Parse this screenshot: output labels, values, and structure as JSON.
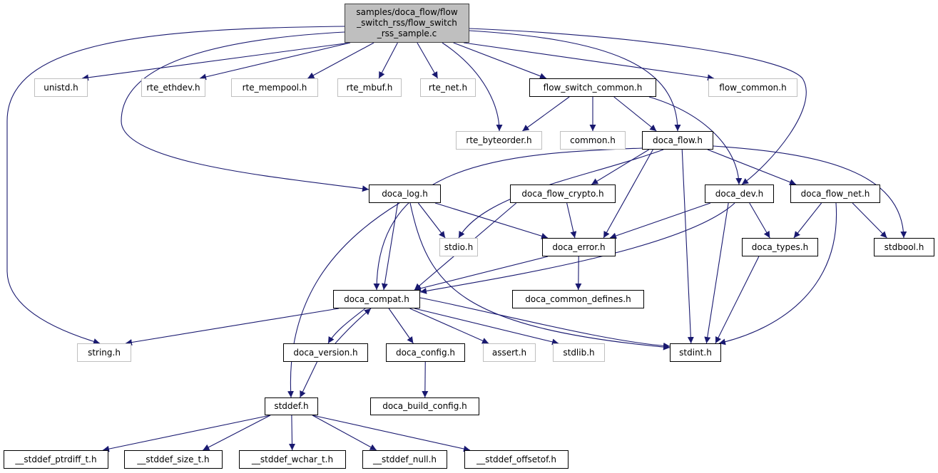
{
  "graph": {
    "edge_color": "#191970",
    "root_fill": "#bfbfbf",
    "nodes": [
      {
        "id": "root",
        "label": "samples/doca_flow/flow\n_switch_rss/flow_switch\n_rss_sample.c",
        "kind": "root"
      },
      {
        "id": "unistd",
        "label": "unistd.h",
        "kind": "external"
      },
      {
        "id": "rte_ethdev",
        "label": "rte_ethdev.h",
        "kind": "external"
      },
      {
        "id": "rte_mempool",
        "label": "rte_mempool.h",
        "kind": "external"
      },
      {
        "id": "rte_mbuf",
        "label": "rte_mbuf.h",
        "kind": "external"
      },
      {
        "id": "rte_net",
        "label": "rte_net.h",
        "kind": "external"
      },
      {
        "id": "flow_switch_common",
        "label": "flow_switch_common.h",
        "kind": "documented"
      },
      {
        "id": "flow_common",
        "label": "flow_common.h",
        "kind": "external"
      },
      {
        "id": "rte_byteorder",
        "label": "rte_byteorder.h",
        "kind": "external"
      },
      {
        "id": "common",
        "label": "common.h",
        "kind": "external"
      },
      {
        "id": "doca_flow",
        "label": "doca_flow.h",
        "kind": "documented"
      },
      {
        "id": "doca_log",
        "label": "doca_log.h",
        "kind": "documented"
      },
      {
        "id": "doca_flow_crypto",
        "label": "doca_flow_crypto.h",
        "kind": "documented"
      },
      {
        "id": "doca_dev",
        "label": "doca_dev.h",
        "kind": "documented"
      },
      {
        "id": "doca_flow_net",
        "label": "doca_flow_net.h",
        "kind": "documented"
      },
      {
        "id": "stdio",
        "label": "stdio.h",
        "kind": "external"
      },
      {
        "id": "doca_error",
        "label": "doca_error.h",
        "kind": "documented"
      },
      {
        "id": "doca_types",
        "label": "doca_types.h",
        "kind": "documented"
      },
      {
        "id": "stdbool",
        "label": "stdbool.h",
        "kind": "documented"
      },
      {
        "id": "doca_compat",
        "label": "doca_compat.h",
        "kind": "documented"
      },
      {
        "id": "doca_common_defines",
        "label": "doca_common_defines.h",
        "kind": "documented"
      },
      {
        "id": "string",
        "label": "string.h",
        "kind": "external"
      },
      {
        "id": "doca_version",
        "label": "doca_version.h",
        "kind": "documented"
      },
      {
        "id": "doca_config",
        "label": "doca_config.h",
        "kind": "documented"
      },
      {
        "id": "assert",
        "label": "assert.h",
        "kind": "external"
      },
      {
        "id": "stdlib",
        "label": "stdlib.h",
        "kind": "external"
      },
      {
        "id": "stdint",
        "label": "stdint.h",
        "kind": "documented"
      },
      {
        "id": "doca_build_config",
        "label": "doca_build_config.h",
        "kind": "documented"
      },
      {
        "id": "stddef",
        "label": "stddef.h",
        "kind": "documented"
      },
      {
        "id": "ptrdiff",
        "label": "__stddef_ptrdiff_t.h",
        "kind": "documented"
      },
      {
        "id": "size_t",
        "label": "__stddef_size_t.h",
        "kind": "documented"
      },
      {
        "id": "wchar",
        "label": "__stddef_wchar_t.h",
        "kind": "documented"
      },
      {
        "id": "null",
        "label": "__stddef_null.h",
        "kind": "documented"
      },
      {
        "id": "offsetof",
        "label": "__stddef_offsetof.h",
        "kind": "documented"
      }
    ],
    "edges": [
      [
        "root",
        "unistd"
      ],
      [
        "root",
        "rte_ethdev"
      ],
      [
        "root",
        "rte_mempool"
      ],
      [
        "root",
        "rte_mbuf"
      ],
      [
        "root",
        "rte_net"
      ],
      [
        "root",
        "flow_switch_common"
      ],
      [
        "root",
        "flow_common"
      ],
      [
        "root",
        "rte_byteorder"
      ],
      [
        "root",
        "doca_flow"
      ],
      [
        "root",
        "doca_dev"
      ],
      [
        "root",
        "doca_log"
      ],
      [
        "root",
        "string"
      ],
      [
        "flow_switch_common",
        "rte_byteorder"
      ],
      [
        "flow_switch_common",
        "common"
      ],
      [
        "flow_switch_common",
        "doca_flow"
      ],
      [
        "flow_switch_common",
        "doca_dev"
      ],
      [
        "doca_flow",
        "doca_compat"
      ],
      [
        "doca_flow",
        "stdio"
      ],
      [
        "doca_flow",
        "doca_flow_crypto"
      ],
      [
        "doca_flow",
        "doca_error"
      ],
      [
        "doca_flow",
        "doca_flow_net"
      ],
      [
        "doca_flow",
        "stdint"
      ],
      [
        "doca_flow",
        "stdbool"
      ],
      [
        "doca_log",
        "stdio"
      ],
      [
        "doca_log",
        "doca_error"
      ],
      [
        "doca_log",
        "doca_compat"
      ],
      [
        "doca_log",
        "stddef"
      ],
      [
        "doca_log",
        "stdint"
      ],
      [
        "doca_flow_crypto",
        "doca_error"
      ],
      [
        "doca_flow_crypto",
        "doca_compat"
      ],
      [
        "doca_dev",
        "doca_error"
      ],
      [
        "doca_dev",
        "doca_types"
      ],
      [
        "doca_dev",
        "doca_compat"
      ],
      [
        "doca_dev",
        "stdint"
      ],
      [
        "doca_flow_net",
        "doca_types"
      ],
      [
        "doca_flow_net",
        "stdbool"
      ],
      [
        "doca_flow_net",
        "stdint"
      ],
      [
        "doca_error",
        "doca_compat"
      ],
      [
        "doca_error",
        "doca_common_defines"
      ],
      [
        "doca_types",
        "stdint"
      ],
      [
        "doca_compat",
        "string"
      ],
      [
        "doca_compat",
        "doca_version"
      ],
      [
        "doca_compat",
        "doca_config"
      ],
      [
        "doca_compat",
        "assert"
      ],
      [
        "doca_compat",
        "stdlib"
      ],
      [
        "doca_compat",
        "stdint"
      ],
      [
        "doca_version",
        "doca_compat"
      ],
      [
        "doca_version",
        "stddef"
      ],
      [
        "doca_config",
        "doca_build_config"
      ],
      [
        "stddef",
        "ptrdiff"
      ],
      [
        "stddef",
        "size_t"
      ],
      [
        "stddef",
        "wchar"
      ],
      [
        "stddef",
        "null"
      ],
      [
        "stddef",
        "offsetof"
      ]
    ]
  }
}
